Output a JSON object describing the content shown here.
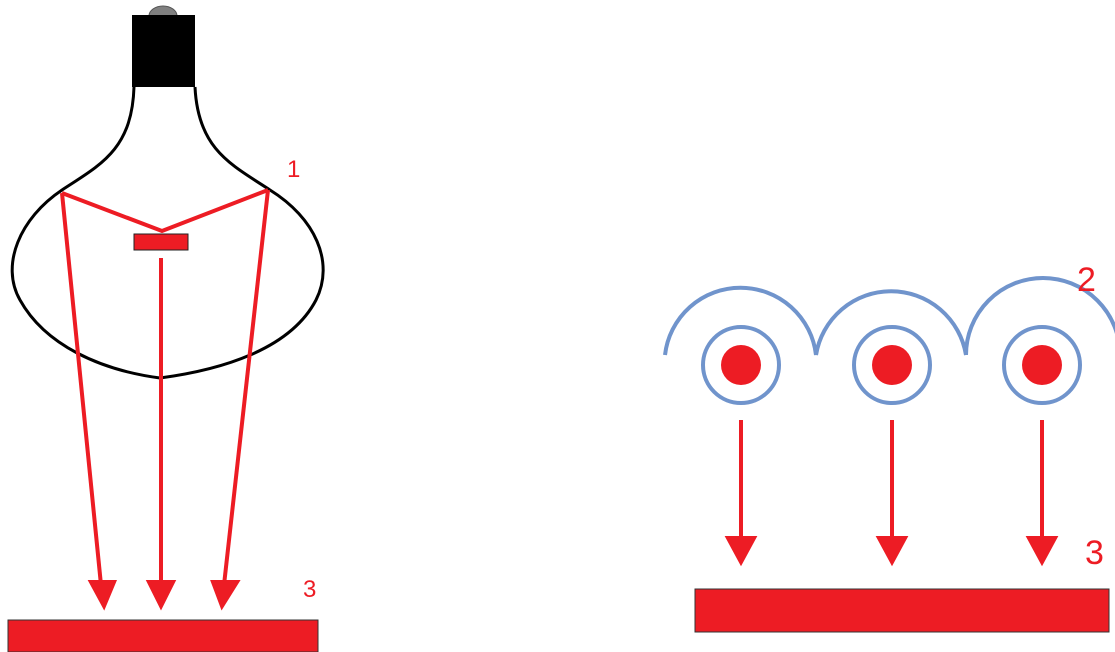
{
  "labels": {
    "lamp_reflector": "1",
    "led_array": "2",
    "target_left": "3",
    "target_right": "3"
  },
  "colors": {
    "ray_red": "#ed1c24",
    "bulb_outline": "#000000",
    "bulb_cap": "#000000",
    "bulb_tip": "#808080",
    "lens_blue": "#7094cc",
    "background": "#ffffff"
  },
  "icons": {
    "lamp": "bulb-icon",
    "led": "led-icon",
    "arrow": "arrow-down-icon"
  }
}
